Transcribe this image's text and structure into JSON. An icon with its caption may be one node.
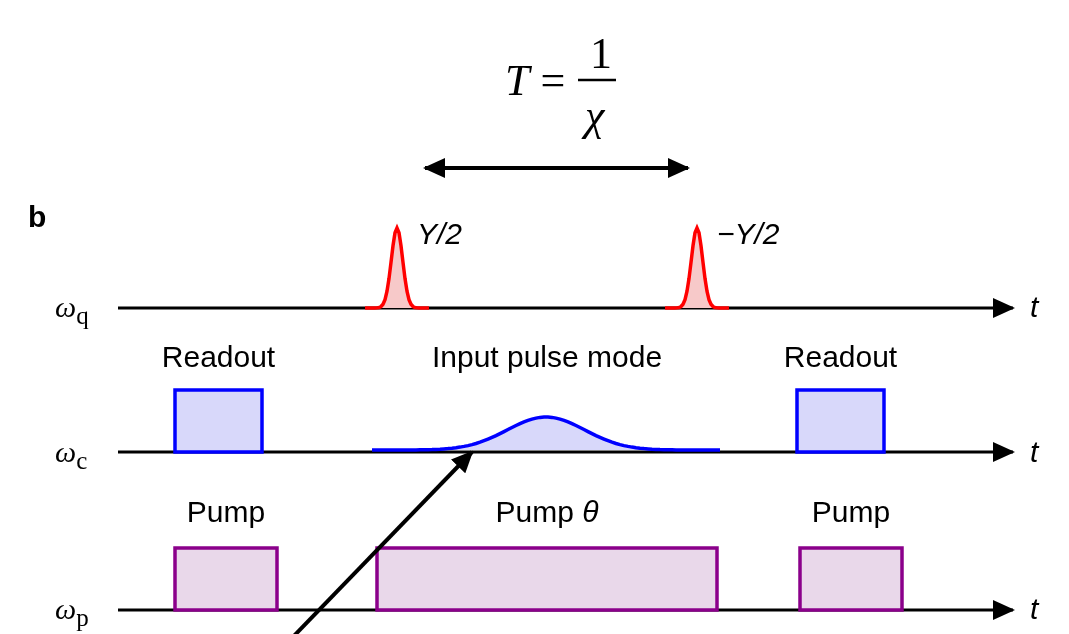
{
  "diagram": {
    "nodes": [
      {
        "text": [
          "Y/2"
        ]
      },
      {
        "text": [
          "−Y/2"
        ]
      },
      {
        "text": [
          "Readout"
        ]
      },
      {
        "text": [
          "Input pulse mode"
        ]
      },
      {
        "text": [
          "Readout"
        ]
      },
      {
        "text": [
          "Pump"
        ]
      },
      {
        "text": [
          "Pump *θ*"
        ]
      },
      {
        "text": [
          "Pump"
        ]
      }
    ],
    "edges": [
      {
        "from": null,
        "to": 3,
        "arrow": "to"
      }
    ],
    "labels": [
      "*T* =",
      "1",
      "*χ*",
      "b",
      "*ω*$_{q}$",
      "*t*",
      "*ω*$_{c}$",
      "*t*",
      "*ω*$_{p}$",
      "*t*"
    ]
  }
}
